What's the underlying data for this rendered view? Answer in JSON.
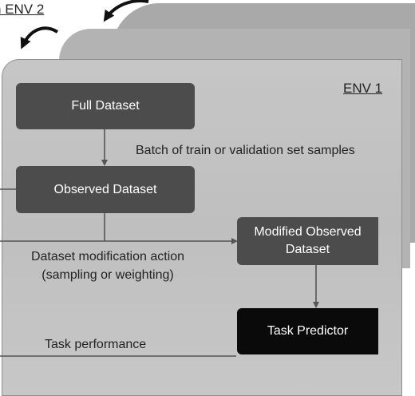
{
  "environments": {
    "env2_label": "ENV 2",
    "env1_label": "ENV 1"
  },
  "boxes": {
    "full_dataset": "Full Dataset",
    "observed_dataset": "Observed Dataset",
    "modified_observed_dataset": [
      "Modified Observed",
      "Dataset"
    ],
    "task_predictor": "Task Predictor"
  },
  "labels": {
    "batch_samples": "Batch of train or validation set samples",
    "modification_action": [
      "Dataset modification action",
      "(sampling or weighting)"
    ],
    "task_performance": "Task performance"
  },
  "colors": {
    "box_dark": "#4c4c4c",
    "box_black": "#0a0a0a",
    "line": "#555555"
  }
}
